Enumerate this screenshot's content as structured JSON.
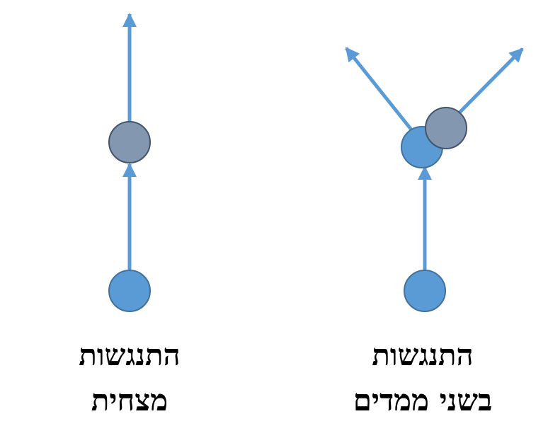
{
  "colors": {
    "arrow": "#5b9bd5",
    "ball_blue": "#5b9bd5",
    "ball_blue_stroke": "#41719c",
    "ball_gray": "#8497b0",
    "ball_gray_stroke": "#44546a",
    "text": "#000000"
  },
  "left_panel": {
    "caption_line1": "התנגשות",
    "caption_line2": "מצחית"
  },
  "right_panel": {
    "caption_line1": "התנגשות",
    "caption_line2": "בשני ממדים"
  }
}
